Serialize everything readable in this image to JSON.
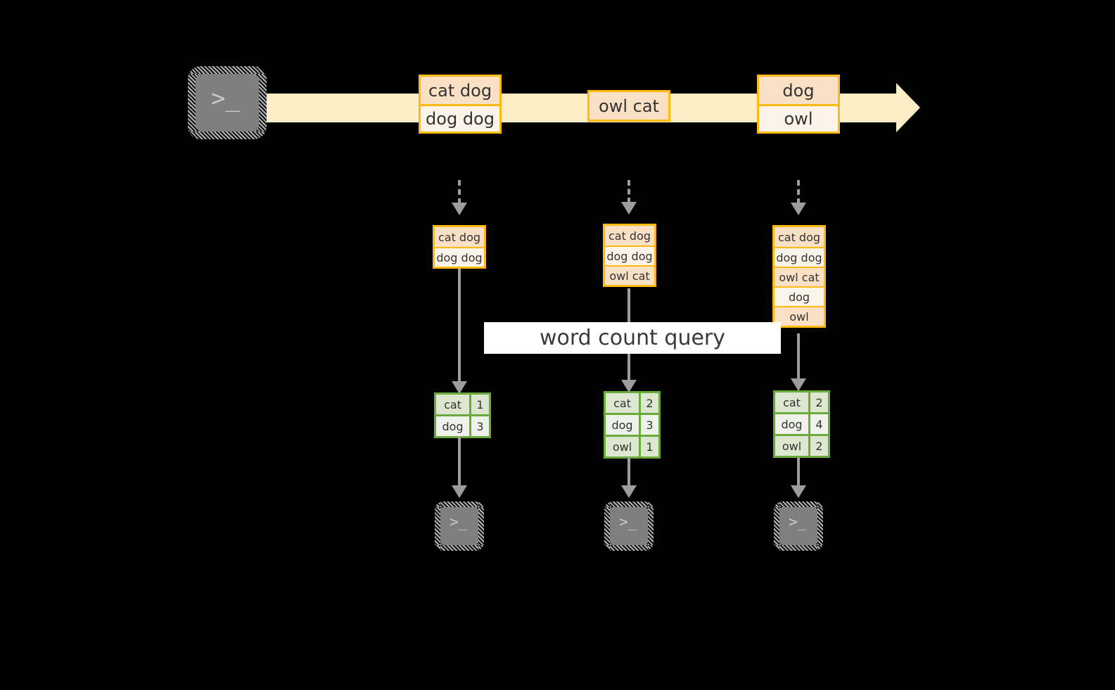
{
  "diagram": {
    "title": "word count query",
    "colors": {
      "background": "#000000",
      "record_border": "#ffb90f",
      "record_fill_dark": "#fae1c6",
      "record_fill_light": "#fdf4e9",
      "stream_band": "#fdeec8",
      "result_border": "#6aaa3c",
      "result_fill_dark": "#dde6cf",
      "result_fill_light": "#eef2e8",
      "connector": "#9d9d9d",
      "terminal_fill": "#7f7f7f",
      "query_band": "#ffffff"
    }
  },
  "source": {
    "icon": "terminal-icon",
    "prompt": ">_"
  },
  "stream": {
    "icon": "stream-arrow-icon",
    "batches": [
      {
        "records": [
          "cat dog",
          "dog dog"
        ]
      },
      {
        "records": [
          "owl cat"
        ]
      },
      {
        "records": [
          "dog",
          "owl"
        ]
      }
    ]
  },
  "query": {
    "label": "word count query"
  },
  "triggers": [
    {
      "id": "trigger-1",
      "input_table": {
        "rows": [
          "cat dog",
          "dog dog"
        ]
      },
      "result_table": {
        "rows": [
          {
            "word": "cat",
            "count": "1"
          },
          {
            "word": "dog",
            "count": "3"
          }
        ]
      },
      "sink": {
        "icon": "terminal-icon",
        "prompt": ">_"
      }
    },
    {
      "id": "trigger-2",
      "input_table": {
        "rows": [
          "cat dog",
          "dog dog",
          "owl cat"
        ]
      },
      "result_table": {
        "rows": [
          {
            "word": "cat",
            "count": "2"
          },
          {
            "word": "dog",
            "count": "3"
          },
          {
            "word": "owl",
            "count": "1"
          }
        ]
      },
      "sink": {
        "icon": "terminal-icon",
        "prompt": ">_"
      }
    },
    {
      "id": "trigger-3",
      "input_table": {
        "rows": [
          "cat dog",
          "dog dog",
          "owl cat",
          "dog",
          "owl"
        ]
      },
      "result_table": {
        "rows": [
          {
            "word": "cat",
            "count": "2"
          },
          {
            "word": "dog",
            "count": "4"
          },
          {
            "word": "owl",
            "count": "2"
          }
        ]
      },
      "sink": {
        "icon": "terminal-icon",
        "prompt": ">_"
      }
    }
  ]
}
